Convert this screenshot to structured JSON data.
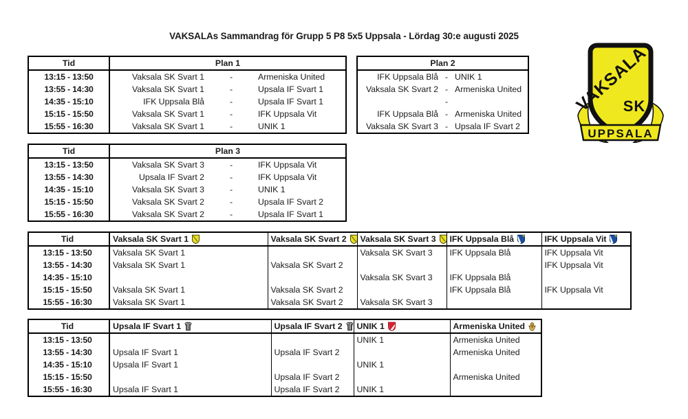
{
  "document": {
    "title": "VAKSALAs Sammandrag för Grupp 5 P8 5x5 Uppsala  - Lördag 30:e augusti 2025"
  },
  "logo": {
    "name": "vaksala-sk-club-crest",
    "text_diagonal": "VAKSALA",
    "text_initials": "SK",
    "text_banner": "UPPSALA",
    "shield_color": "#f0e81e",
    "outline_color": "#111111"
  },
  "labels": {
    "time_header": "Tid",
    "dash": "-"
  },
  "times": [
    "13:15 - 13:50",
    "13:55 - 14:30",
    "14:35 - 15:10",
    "15:15 - 15:50",
    "15:55 - 16:30"
  ],
  "plan1": {
    "header": "Plan 1",
    "rows": [
      {
        "time": "13:15 - 13:50",
        "home": "Vaksala SK Svart 1",
        "away": "Armeniska United"
      },
      {
        "time": "13:55 - 14:30",
        "home": "Vaksala SK Svart 1",
        "away": "Upsala IF Svart 1"
      },
      {
        "time": "14:35 - 15:10",
        "home": "IFK Uppsala Blå",
        "away": "Upsala IF Svart 1"
      },
      {
        "time": "15:15 - 15:50",
        "home": "Vaksala SK Svart 1",
        "away": "IFK Uppsala Vit"
      },
      {
        "time": "15:55 - 16:30",
        "home": "Vaksala SK Svart 1",
        "away": "UNIK 1"
      }
    ]
  },
  "plan2": {
    "header": "Plan 2",
    "rows": [
      {
        "home": "IFK Uppsala Blå",
        "away": "UNIK 1"
      },
      {
        "home": "Vaksala SK Svart 2",
        "away": "Armeniska United"
      },
      {
        "home": "",
        "away": ""
      },
      {
        "home": "IFK Uppsala Blå",
        "away": "Armeniska United"
      },
      {
        "home": "Vaksala SK Svart 3",
        "away": "Upsala IF Svart 2"
      }
    ]
  },
  "plan3": {
    "header": "Plan 3",
    "rows": [
      {
        "time": "13:15 - 13:50",
        "home": "Vaksala SK Svart 3",
        "away": "IFK Uppsala Vit"
      },
      {
        "time": "13:55 - 14:30",
        "home": "Upsala IF Svart 2",
        "away": "IFK Uppsala Vit"
      },
      {
        "time": "14:35 - 15:10",
        "home": "Vaksala SK Svart 3",
        "away": "UNIK 1"
      },
      {
        "time": "15:15 - 15:50",
        "home": "Vaksala SK Svart 2",
        "away": "Upsala IF Svart 2"
      },
      {
        "time": "15:55 - 16:30",
        "home": "Vaksala SK Svart 2",
        "away": "Upsala IF Svart 1"
      }
    ]
  },
  "team_matrix_a": {
    "columns": [
      {
        "label": "Tid",
        "icon": null
      },
      {
        "label": "Vaksala SK Svart 1",
        "icon": "vaksala-crest-icon"
      },
      {
        "label": "Vaksala SK Svart 2",
        "icon": "vaksala-crest-icon"
      },
      {
        "label": "Vaksala SK Svart 3",
        "icon": "vaksala-crest-icon"
      },
      {
        "label": "IFK Uppsala Blå",
        "icon": "ifk-uppsala-crest-icon"
      },
      {
        "label": "IFK Uppsala Vit",
        "icon": "ifk-uppsala-crest-icon"
      }
    ],
    "rows": [
      {
        "time": "13:15 - 13:50",
        "cells": [
          "Vaksala SK Svart 1",
          "",
          "Vaksala SK Svart 3",
          "IFK Uppsala Blå",
          "IFK Uppsala Vit"
        ]
      },
      {
        "time": "13:55 - 14:30",
        "cells": [
          "Vaksala SK Svart 1",
          "Vaksala SK Svart 2",
          "",
          "",
          "IFK Uppsala Vit"
        ]
      },
      {
        "time": "14:35 - 15:10",
        "cells": [
          "",
          "",
          "Vaksala SK Svart 3",
          "IFK Uppsala Blå",
          ""
        ]
      },
      {
        "time": "15:15 - 15:50",
        "cells": [
          "Vaksala SK Svart 1",
          "Vaksala SK Svart 2",
          "",
          "IFK Uppsala Blå",
          "IFK Uppsala Vit"
        ]
      },
      {
        "time": "15:55 - 16:30",
        "cells": [
          "Vaksala SK Svart 1",
          "Vaksala SK Svart 2",
          "Vaksala SK Svart 3",
          "",
          ""
        ]
      }
    ]
  },
  "team_matrix_b": {
    "columns": [
      {
        "label": "Tid",
        "icon": null
      },
      {
        "label": "Upsala IF Svart 1",
        "icon": "upsala-if-jersey-icon"
      },
      {
        "label": "Upsala IF Svart 2",
        "icon": "upsala-if-jersey-icon"
      },
      {
        "label": "UNIK 1",
        "icon": "unik-crest-icon"
      },
      {
        "label": "Armeniska United",
        "icon": "armeniska-crest-icon"
      }
    ],
    "rows": [
      {
        "time": "13:15 - 13:50",
        "cells": [
          "",
          "",
          "UNIK 1",
          "Armeniska United"
        ]
      },
      {
        "time": "13:55 - 14:30",
        "cells": [
          "Upsala IF Svart 1",
          "Upsala IF Svart 2",
          "",
          "Armeniska United"
        ]
      },
      {
        "time": "14:35 - 15:10",
        "cells": [
          "Upsala IF Svart 1",
          "",
          "UNIK 1",
          ""
        ]
      },
      {
        "time": "15:15 - 15:50",
        "cells": [
          "",
          "Upsala IF Svart 2",
          "",
          "Armeniska United"
        ]
      },
      {
        "time": "15:55 - 16:30",
        "cells": [
          "Upsala IF Svart 1",
          "Upsala IF Svart 2",
          "UNIK 1",
          ""
        ]
      }
    ]
  }
}
